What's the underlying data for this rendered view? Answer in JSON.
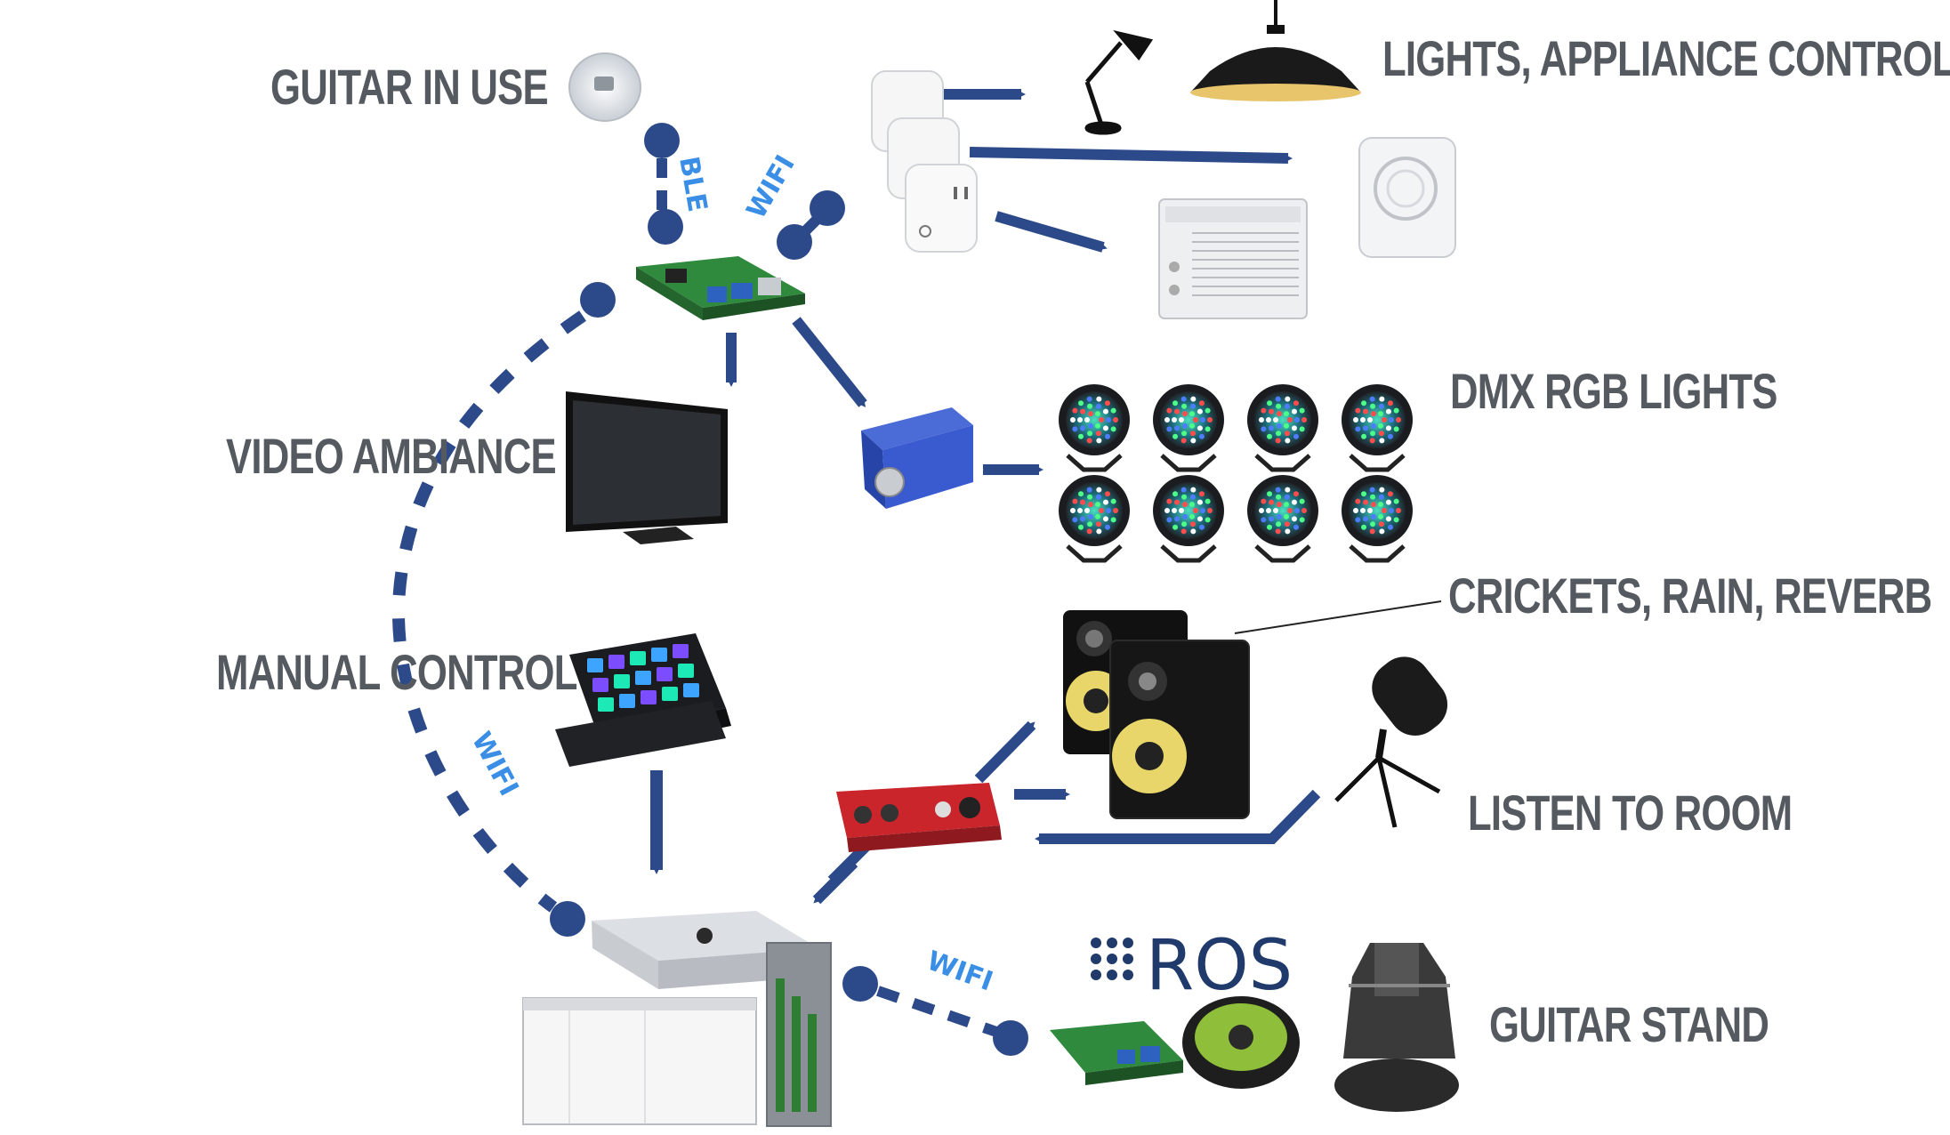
{
  "labels": {
    "guitar_in_use": "GUITAR IN USE",
    "lights_appliance": "LIGHTS, APPLIANCE CONTROL",
    "dmx_rgb_lights": "DMX RGB LIGHTS",
    "video_ambiance": "VIDEO AMBIANCE",
    "crickets_rain_reverb": "CRICKETS, RAIN, REVERB",
    "manual_control": "MANUAL CONTROL",
    "listen_to_room": "LISTEN TO ROOM",
    "guitar_stand": "GUITAR STAND"
  },
  "link_tags": {
    "ble": "BLE",
    "wifi_top": "WIFI",
    "wifi_left": "WIFI",
    "wifi_bottom": "WIFI"
  },
  "logos": {
    "ros": "ROS"
  },
  "colors": {
    "arrow": "#2c4a8a",
    "tag": "#3a8ee6",
    "label": "#555a60"
  }
}
